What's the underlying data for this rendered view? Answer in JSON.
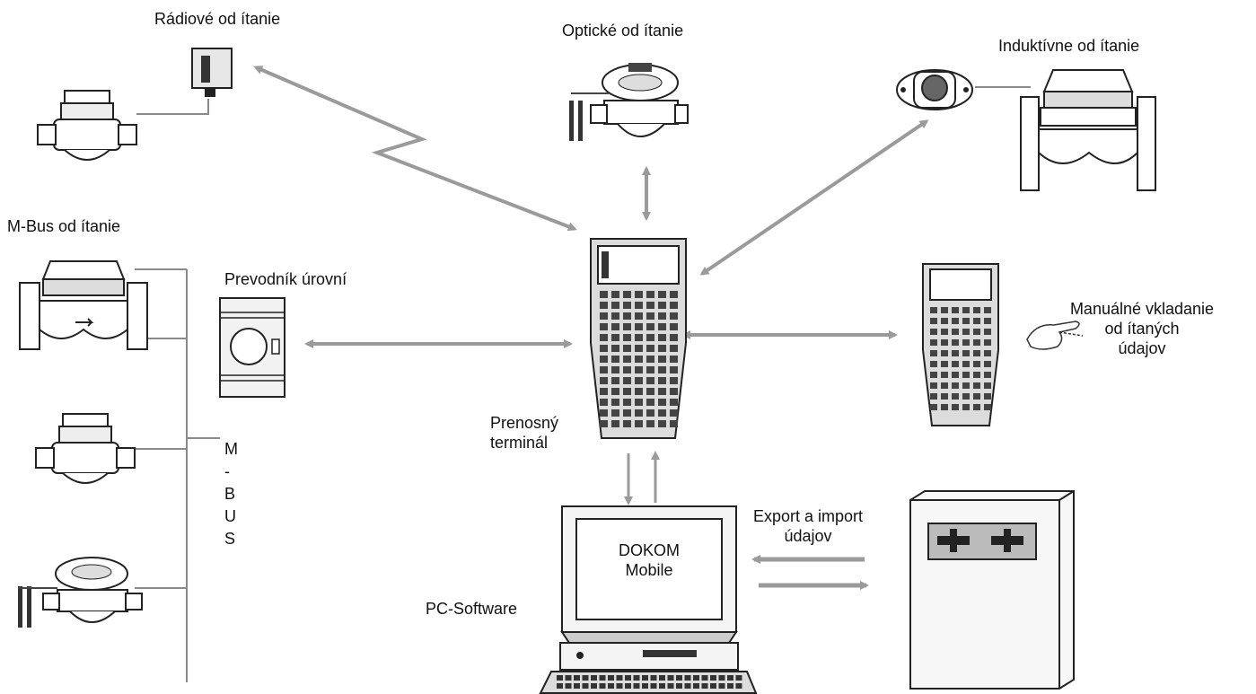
{
  "labels": {
    "radio": "Rádiové od  ítanie",
    "optical": "Optické od  ítanie",
    "inductive": "Induktívne od  ítanie",
    "mbus": "M-Bus od  ítanie",
    "converter": "Prevodník úrovní",
    "manual_line1": "Manuálné vkladanie",
    "manual_line2": "od  ítaných",
    "manual_line3": "údajov",
    "terminal_line1": "Prenosný",
    "terminal_line2": "terminál",
    "export_line1": "Export a import",
    "export_line2": "údajov",
    "pc_software": "PC-Software",
    "screen_line1": "DOKOM",
    "screen_line2": "Mobile"
  },
  "mbus_vertical": [
    "M",
    "-",
    "B",
    "U",
    "S"
  ],
  "colors": {
    "arrow": "#9a9a9a",
    "line": "#8a8a8a",
    "ink": "#222222"
  }
}
